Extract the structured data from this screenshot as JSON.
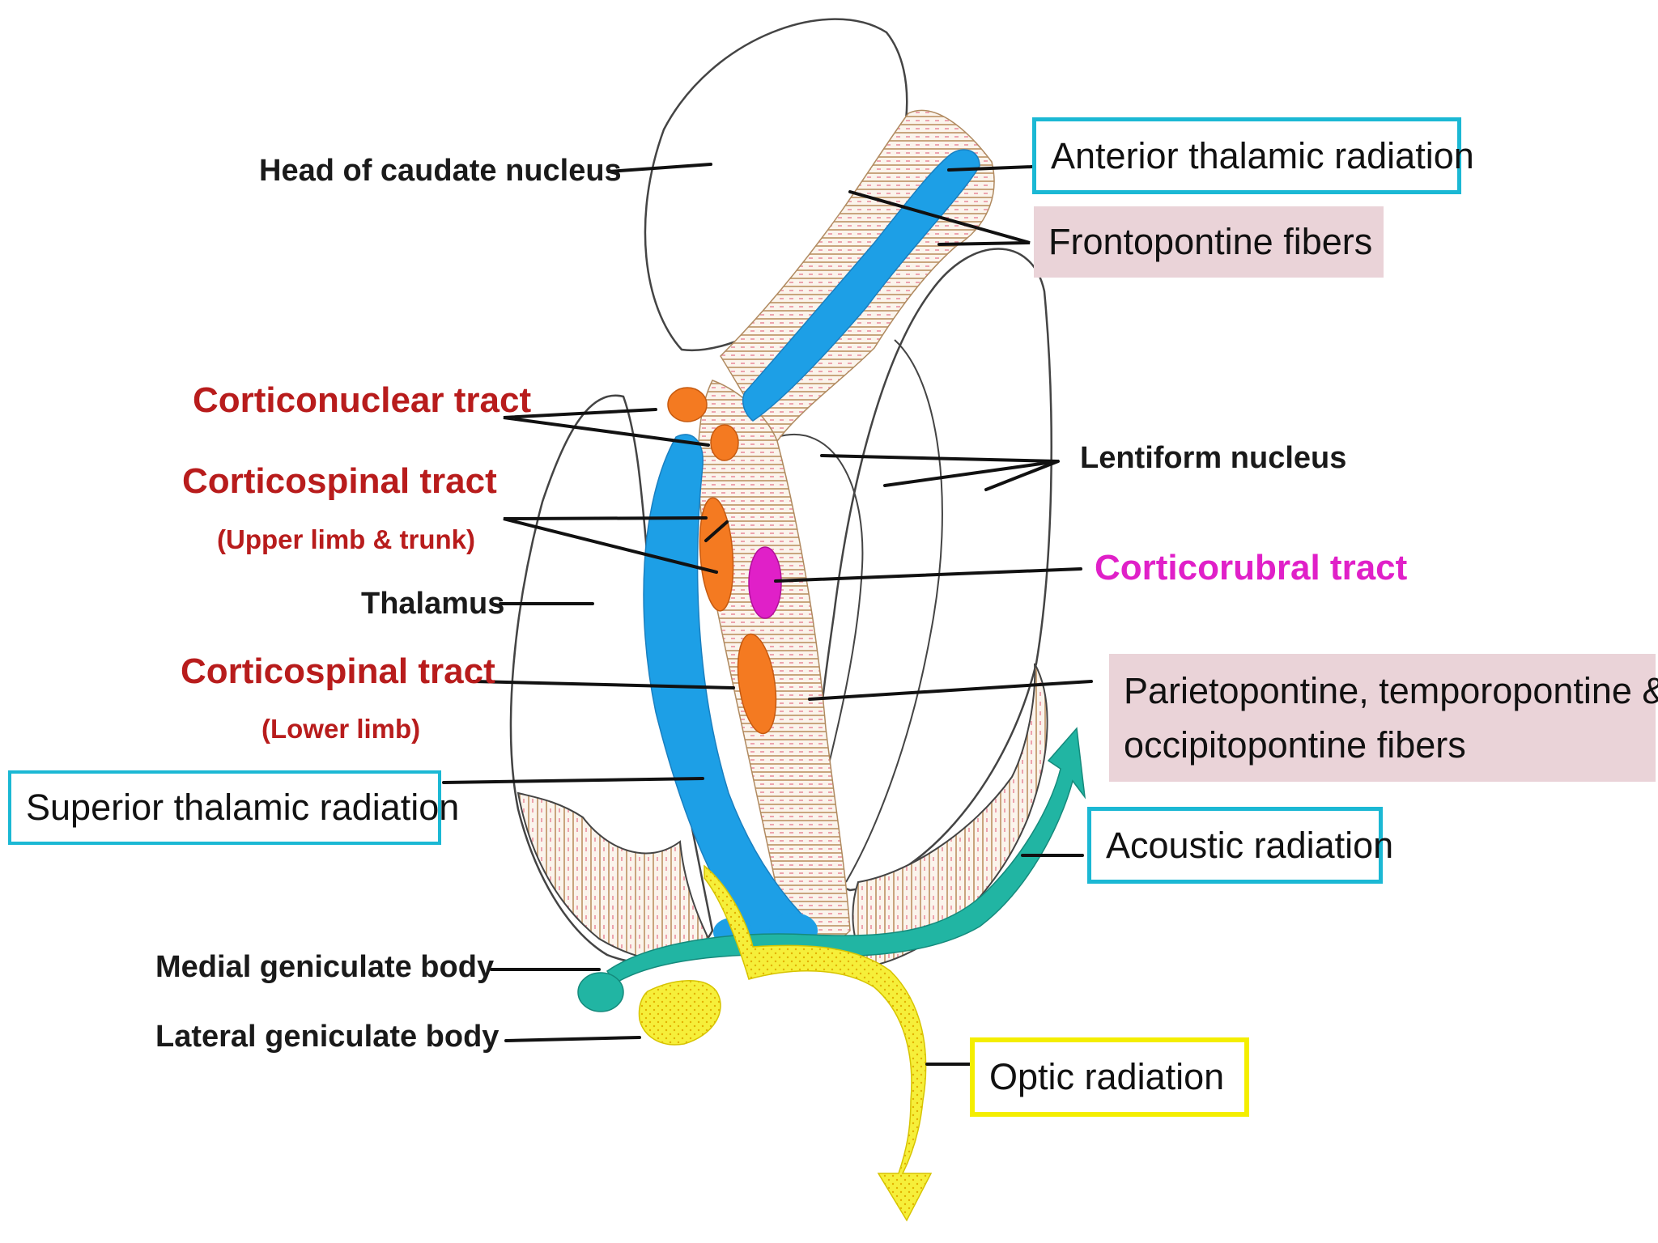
{
  "labels": {
    "head_caudate": "Head of caudate nucleus",
    "anterior_thalamic": "Anterior thalamic radiation",
    "frontopontine": "Frontopontine fibers",
    "corticonuclear": "Corticonuclear tract",
    "corticospinal_upper": "Corticospinal tract",
    "corticospinal_upper_sub": "(Upper limb & trunk)",
    "lentiform": "Lentiform nucleus",
    "corticorubral": "Corticorubral tract",
    "thalamus": "Thalamus",
    "corticospinal_lower": "Corticospinal tract",
    "corticospinal_lower_sub": "(Lower  limb)",
    "parieto_line1": "Parietopontine, temporopontine &",
    "parieto_line2": "occipitopontine fibers",
    "superior_thalamic": "Superior thalamic radiation",
    "acoustic": "Acoustic radiation",
    "medial_geniculate": "Medial geniculate body",
    "lateral_geniculate": "Lateral geniculate body",
    "optic": "Optic radiation"
  },
  "colors": {
    "red_label": "#b81c1c",
    "magenta_label": "#e020c8",
    "cyan_box": "#1bb8d4",
    "pink_box": "#ead3d8",
    "yellow_box": "#f4ee00",
    "blue_fibers": "#1d9fe6",
    "orange_tracts": "#f47a21",
    "teal_fibers": "#21b5a3",
    "yellow_fibers": "#f6ef3a",
    "hatch_fill": "#d8b890"
  }
}
